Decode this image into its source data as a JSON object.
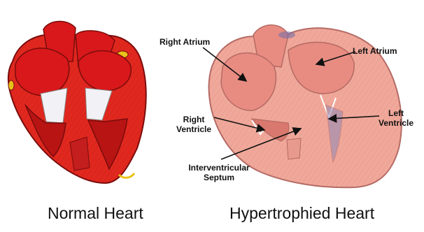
{
  "panels": {
    "normal": {
      "caption": "Normal Heart"
    },
    "hypertrophied": {
      "caption": "Hypertrophied Heart"
    }
  },
  "labels": {
    "right_atrium": "Right Atrium",
    "left_atrium": "Left Atrium",
    "right_ventricle_line1": "Right",
    "right_ventricle_line2": "Ventricle",
    "left_ventricle_line1": "Left",
    "left_ventricle_line2": "Ventricle",
    "septum_line1": "Interventricular",
    "septum_line2": "Septum"
  },
  "colors": {
    "normal_muscle": "#e0281f",
    "normal_chamber": "#d8181a",
    "normal_outline": "#7a0c0c",
    "valve_white": "#f2f2f6",
    "hyper_muscle": "#f0a89a",
    "hyper_chamber": "#e88c82",
    "hyper_outline": "#b46a64",
    "vessel_yellow": "#e8c21a"
  }
}
